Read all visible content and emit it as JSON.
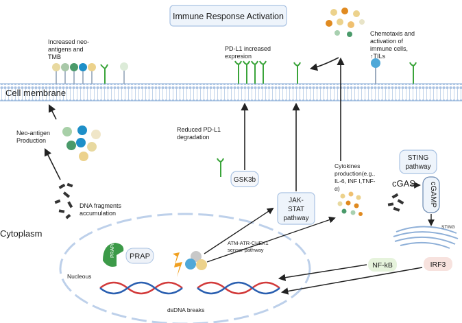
{
  "title": "Immune Response Activation",
  "labels": {
    "cell_membrane": "Cell membrane",
    "cytoplasm": "Cytoplasm",
    "neo_antigens_line1": "Increased neo-",
    "neo_antigens_line2": "antigens and",
    "neo_antigens_line3": "TMB",
    "pdl1_increase_line1": "PD-L1 increased",
    "pdl1_increase_line2": "expresion",
    "chemotaxis_line1": "Chemotaxis and",
    "chemotaxis_line2": "activation of",
    "chemotaxis_line3": "immune cells,",
    "chemotaxis_line4": "↑TILs",
    "neo_antigen_production_line1": "Neo-antigen",
    "neo_antigen_production_line2": "Production",
    "reduced_pdl1_line1": "Reduced PD-L1",
    "reduced_pdl1_line2": "degradation",
    "gsk3b": "GSK3b",
    "jak_stat_line1": "JAK-",
    "jak_stat_line2": "STAT",
    "jak_stat_line3": "pathway",
    "cytokines_line1": "Cytokines",
    "cytokines_line2": "production(e.g.,",
    "cytokines_line3": "IL-6, INF I,TNF-",
    "cytokines_line4": "α)",
    "sting_pathway_line1": "STING",
    "sting_pathway_line2": "pathway",
    "cgas": "cGAS",
    "cgamp": "cGAMP",
    "sting": "STING",
    "dna_fragments_line1": "DNA fragments",
    "dna_fragments_line2": "accumulation",
    "atm_line1": "ATM-ATR-CHEK1",
    "atm_line2": "sensor pathway",
    "nucleous": "Nucleous",
    "parpi": "PRAPi",
    "prap": "PRAP",
    "nfkb": "NF-kB",
    "irf3": "IRF3",
    "dsdna_breaks": "dsDNA breaks"
  },
  "colors": {
    "membrane_outer": "#c9d8ec",
    "membrane_line": "#8fb0d8",
    "nucleus_dash": "#bdd0ea",
    "arrow": "#222222",
    "dna_red": "#d23a3a",
    "dna_blue": "#2a5fb0",
    "antigen_green": "#4a9a6a",
    "antigen_blue": "#1e8fc8",
    "antigen_yellow": "#ecd28c",
    "pdl1_green": "#3aa43a",
    "parp_green": "#3c9a48",
    "nfkb_bg": "#e6f3dc",
    "irf3_bg": "#f7e2de",
    "lightning": "#f0a020",
    "cytokine_orange": "#e08a20"
  }
}
